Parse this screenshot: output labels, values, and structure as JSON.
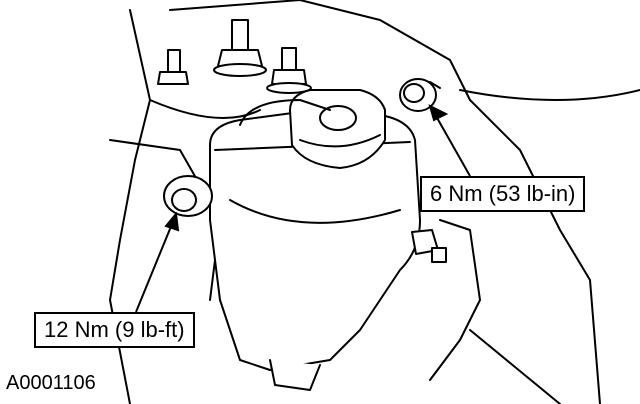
{
  "labels": {
    "torque_top": "6 Nm (53 lb-in)",
    "torque_bottom": "12 Nm (9 lb-ft)"
  },
  "figure_id": "A0001106",
  "colors": {
    "line": "#000000",
    "fill": "#ffffff"
  }
}
